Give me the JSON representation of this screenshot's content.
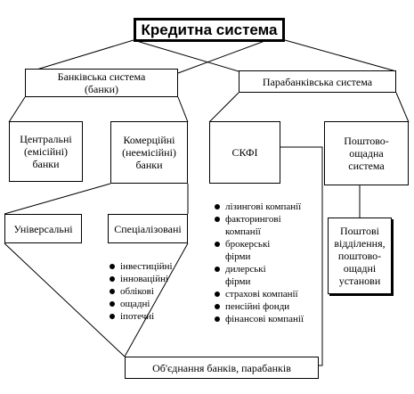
{
  "diagram": {
    "title": "Кредитна система",
    "banking_system": "Банківська система\n(банки)",
    "parabanking_system": "Парабанківська система",
    "central_banks": "Центральні\n(емісійні)\nбанки",
    "commercial_banks": "Комерційні\n(неемісійні)\nбанки",
    "universal": "Універсальні",
    "specialized": "Спеціалізовані",
    "specialized_types": [
      "інвестиційні",
      "інноваційні",
      "облікові",
      "ощадні",
      "іпотечні"
    ],
    "skfi": "СКФІ",
    "skfi_types": [
      "лізингові компанії",
      "факторингові\nкомпанії",
      "брокерські\nфірми",
      "дилерські\nфірми",
      "страхові компанії",
      "пенсійні фонди",
      "фінансові компанії"
    ],
    "postal_savings_system": "Поштово-\nощадна\nсистема",
    "postal_offices": "Поштові\nвідділення,\nпоштово-\nощадні\nустанови",
    "merger": "Об'єднання банків, парабанків"
  }
}
